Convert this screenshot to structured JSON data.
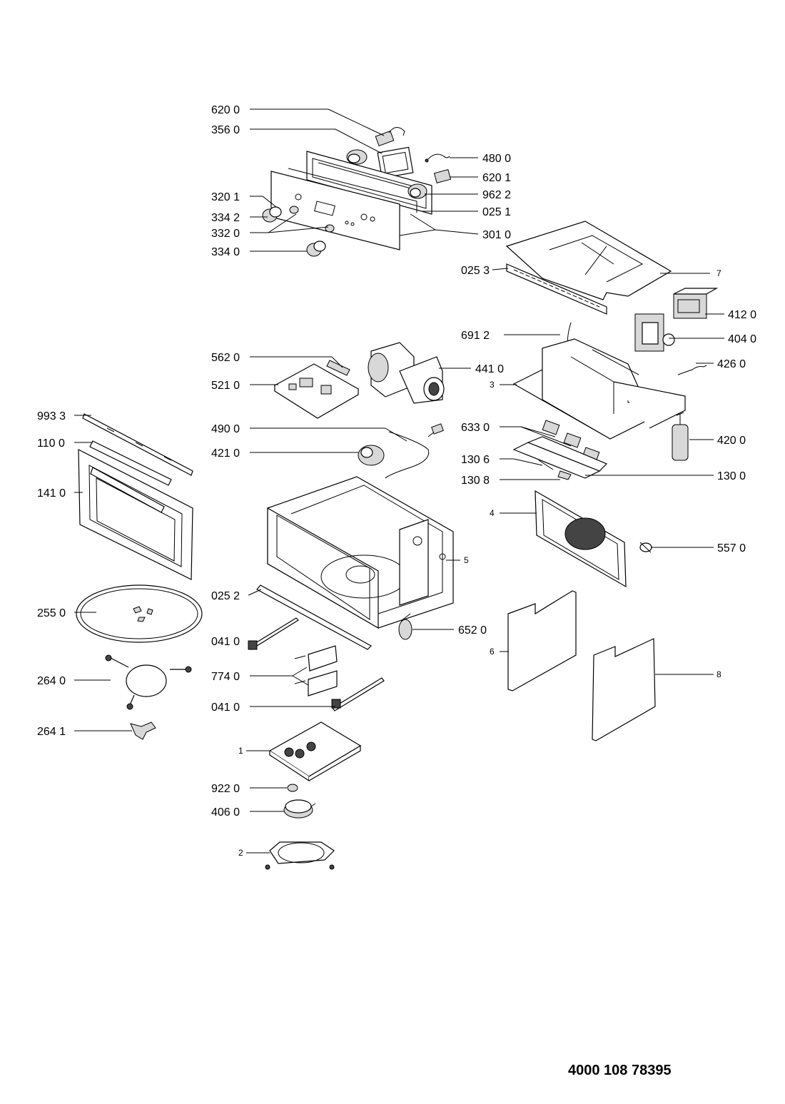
{
  "document_number": "4000 108 78395",
  "callouts": {
    "c6200": "620 0",
    "c3560": "356 0",
    "c4800": "480 0",
    "c6201": "620 1",
    "c3201": "320 1",
    "c9622": "962 2",
    "c3342": "334 2",
    "c0251": "025 1",
    "c3320": "332 0",
    "c3010": "301 0",
    "c3340": "334 0",
    "c0253": "025 3",
    "c7": "7",
    "c4120": "412 0",
    "c6912": "691 2",
    "c4040": "404 0",
    "c5620": "562 0",
    "c4410": "441 0",
    "c4260": "426 0",
    "c5210": "521 0",
    "c3": "3",
    "c9933": "993 3",
    "c4900": "490 0",
    "c6330": "633 0",
    "c4200": "420 0",
    "c1100": "110 0",
    "c4210": "421 0",
    "c1306": "130 6",
    "c1308": "130 8",
    "c1300": "130 0",
    "c1410": "141 0",
    "c4": "4",
    "c5570": "557 0",
    "c5": "5",
    "c0252": "025 2",
    "c2550": "255 0",
    "c6520": "652 0",
    "c0410a": "041 0",
    "c6": "6",
    "c2640": "264 0",
    "c7740": "774 0",
    "c8": "8",
    "c0410b": "041 0",
    "c2641": "264 1",
    "c1": "1",
    "c9220": "922 0",
    "c4060": "406 0",
    "c2": "2"
  }
}
